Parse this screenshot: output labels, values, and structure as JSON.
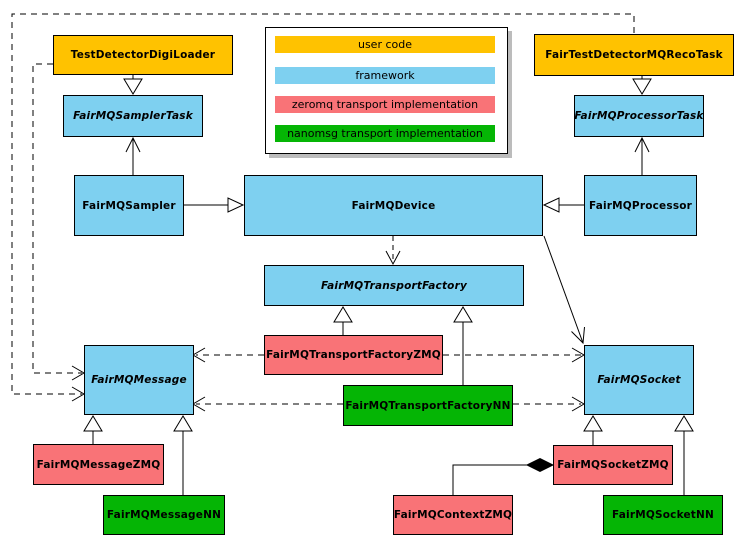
{
  "palette": {
    "userCode": "#FFC200",
    "framework": "#7ED0F0",
    "zeromq": "#F97377",
    "nanomsg": "#05B505",
    "border": "#000000",
    "line": "#000000",
    "background": "#FFFFFF"
  },
  "legend": {
    "items": [
      {
        "label": "user code",
        "category": "userCode"
      },
      {
        "label": "framework",
        "category": "framework"
      },
      {
        "label": "zeromq transport implementation",
        "category": "zeromq"
      },
      {
        "label": "nanomsg transport implementation",
        "category": "nanomsg"
      }
    ]
  },
  "nodes": {
    "testDetectorDigiLoader": {
      "label": "TestDetectorDigiLoader",
      "category": "userCode",
      "abstract": false
    },
    "fairTestDetectorMQRecoTask": {
      "label": "FairTestDetectorMQRecoTask",
      "category": "userCode",
      "abstract": false
    },
    "fairMQSamplerTask": {
      "label": "FairMQSamplerTask",
      "category": "framework",
      "abstract": true
    },
    "fairMQProcessorTask": {
      "label": "FairMQProcessorTask",
      "category": "framework",
      "abstract": true
    },
    "fairMQSampler": {
      "label": "FairMQSampler",
      "category": "framework",
      "abstract": false
    },
    "fairMQDevice": {
      "label": "FairMQDevice",
      "category": "framework",
      "abstract": false
    },
    "fairMQProcessor": {
      "label": "FairMQProcessor",
      "category": "framework",
      "abstract": false
    },
    "fairMQTransportFactory": {
      "label": "FairMQTransportFactory",
      "category": "framework",
      "abstract": true
    },
    "fairMQTransportFactoryZMQ": {
      "label": "FairMQTransportFactoryZMQ",
      "category": "zeromq",
      "abstract": false
    },
    "fairMQTransportFactoryNN": {
      "label": "FairMQTransportFactoryNN",
      "category": "nanomsg",
      "abstract": false
    },
    "fairMQMessage": {
      "label": "FairMQMessage",
      "category": "framework",
      "abstract": true
    },
    "fairMQSocket": {
      "label": "FairMQSocket",
      "category": "framework",
      "abstract": true
    },
    "fairMQMessageZMQ": {
      "label": "FairMQMessageZMQ",
      "category": "zeromq",
      "abstract": false
    },
    "fairMQMessageNN": {
      "label": "FairMQMessageNN",
      "category": "nanomsg",
      "abstract": false
    },
    "fairMQContextZMQ": {
      "label": "FairMQContextZMQ",
      "category": "zeromq",
      "abstract": false
    },
    "fairMQSocketZMQ": {
      "label": "FairMQSocketZMQ",
      "category": "zeromq",
      "abstract": false
    },
    "fairMQSocketNN": {
      "label": "FairMQSocketNN",
      "category": "nanomsg",
      "abstract": false
    }
  },
  "edges": [
    {
      "from": "TestDetectorDigiLoader",
      "to": "FairMQSamplerTask",
      "type": "generalization-triangle"
    },
    {
      "from": "FairTestDetectorMQRecoTask",
      "to": "FairMQProcessorTask",
      "type": "generalization-triangle"
    },
    {
      "from": "FairMQSampler",
      "to": "FairMQSamplerTask",
      "type": "inheritance-open-arrow"
    },
    {
      "from": "FairMQProcessor",
      "to": "FairMQProcessorTask",
      "type": "inheritance-open-arrow"
    },
    {
      "from": "FairMQSampler",
      "to": "FairMQDevice",
      "type": "generalization-triangle"
    },
    {
      "from": "FairMQProcessor",
      "to": "FairMQDevice",
      "type": "generalization-triangle"
    },
    {
      "from": "FairMQDevice",
      "to": "FairMQTransportFactory",
      "type": "dashed-dependency"
    },
    {
      "from": "FairMQDevice",
      "to": "FairMQSocket",
      "type": "association-open-arrow"
    },
    {
      "from": "FairMQTransportFactoryZMQ",
      "to": "FairMQTransportFactory",
      "type": "generalization-triangle"
    },
    {
      "from": "FairMQTransportFactoryNN",
      "to": "FairMQTransportFactory",
      "type": "generalization-triangle"
    },
    {
      "from": "FairMQMessageZMQ",
      "to": "FairMQMessage",
      "type": "generalization-triangle"
    },
    {
      "from": "FairMQMessageNN",
      "to": "FairMQMessage",
      "type": "generalization-triangle"
    },
    {
      "from": "FairMQSocketZMQ",
      "to": "FairMQSocket",
      "type": "generalization-triangle"
    },
    {
      "from": "FairMQSocketNN",
      "to": "FairMQSocket",
      "type": "generalization-triangle"
    },
    {
      "from": "FairMQContextZMQ",
      "to": "FairMQSocketZMQ",
      "type": "composition-diamond"
    },
    {
      "from": "TestDetectorDigiLoader",
      "to": "FairMQMessage",
      "type": "dashed-dependency"
    },
    {
      "from": "FairTestDetectorMQRecoTask",
      "to": "FairMQMessage",
      "type": "dashed-dependency"
    },
    {
      "from": "FairMQTransportFactoryZMQ",
      "to": "FairMQMessage",
      "type": "dashed-dependency"
    },
    {
      "from": "FairMQTransportFactoryZMQ",
      "to": "FairMQSocket",
      "type": "dashed-dependency"
    },
    {
      "from": "FairMQTransportFactoryNN",
      "to": "FairMQMessage",
      "type": "dashed-dependency"
    },
    {
      "from": "FairMQTransportFactoryNN",
      "to": "FairMQSocket",
      "type": "dashed-dependency"
    }
  ]
}
